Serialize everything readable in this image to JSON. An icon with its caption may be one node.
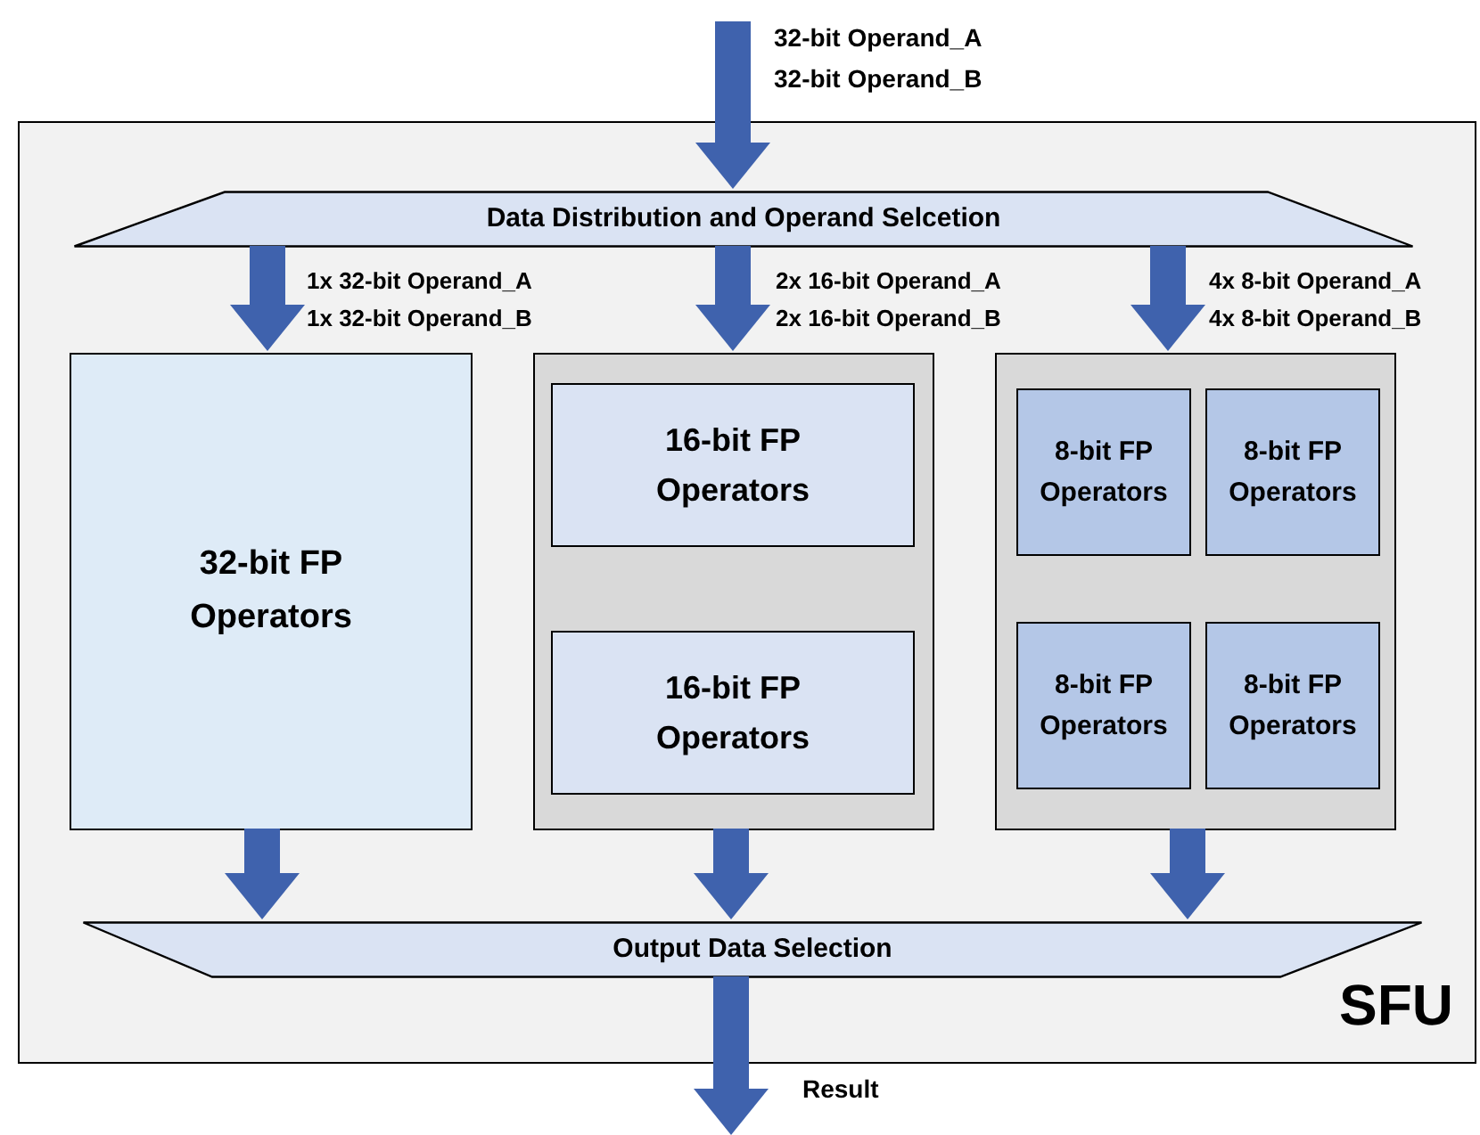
{
  "diagram": {
    "nodes": [
      {
        "text": [
          "SFU"
        ]
      },
      {
        "text": [
          "Data Distribution and Operand Selcetion"
        ],
        "in": 0
      },
      {
        "text": [
          "32-bit FP Operators"
        ],
        "in": 0
      },
      {
        "text": [],
        "shape": "box",
        "in": 0
      },
      {
        "text": [
          "16-bit FP Operators"
        ],
        "in": 3
      },
      {
        "text": [
          "16-bit FP Operators"
        ],
        "in": 3
      },
      {
        "text": [],
        "shape": "box",
        "in": 0
      },
      {
        "text": [
          "8-bit FP Operators"
        ],
        "in": 6
      },
      {
        "text": [
          "8-bit FP Operators"
        ],
        "in": 6
      },
      {
        "text": [
          "8-bit FP Operators"
        ],
        "in": 6
      },
      {
        "text": [
          "8-bit FP Operators"
        ],
        "in": 6
      },
      {
        "text": [
          "Output Data Selection"
        ],
        "in": 0
      }
    ],
    "edges": [
      {
        "from": null,
        "to": 1,
        "arrow": "to",
        "label": "32-bit Operand_A 32-bit Operand_B"
      },
      {
        "from": 1,
        "to": 2,
        "arrow": "to",
        "label": "1x 32-bit Operand_A 1x 32-bit Operand_B"
      },
      {
        "from": 1,
        "to": 3,
        "arrow": "to",
        "label": "2x 16-bit Operand_A 2x 16-bit Operand_B"
      },
      {
        "from": 1,
        "to": 6,
        "arrow": "to",
        "label": "4x 8-bit Operand_A 4x 8-bit Operand_B"
      },
      {
        "from": 2,
        "to": 11,
        "arrow": "to"
      },
      {
        "from": 3,
        "to": 11,
        "arrow": "to"
      },
      {
        "from": 6,
        "to": 11,
        "arrow": "to"
      },
      {
        "from": 11,
        "to": null,
        "arrow": "to",
        "label": "Result"
      }
    ]
  }
}
